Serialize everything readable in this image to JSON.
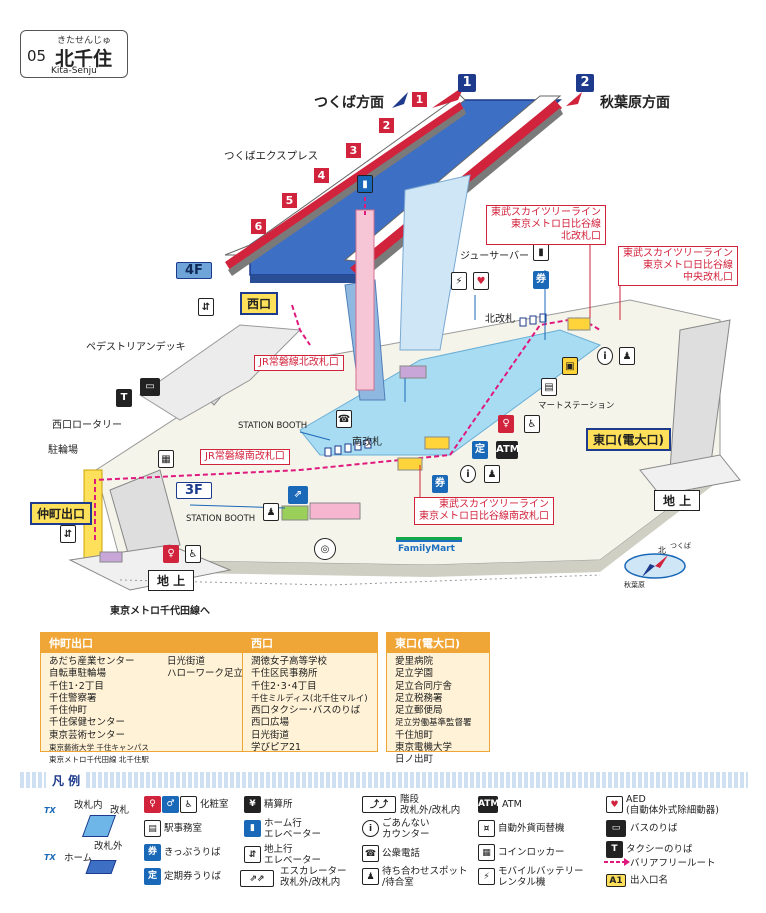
{
  "station": {
    "number": "05",
    "name": "北千住",
    "ruby": "きたせんじゅ",
    "romaji": "Kita-Senju"
  },
  "directions": {
    "tsukuba": "つくば方面",
    "akihabara": "秋葉原方面",
    "platform1": "1",
    "platform2": "2"
  },
  "cars": [
    "1",
    "2",
    "3",
    "4",
    "5",
    "6"
  ],
  "line_name": "つくばエクスプレス",
  "floors": {
    "f4": "4F",
    "f3": "3F"
  },
  "gates": {
    "north": "北改札",
    "south": "南改札",
    "station_booth_1": "STATION BOOTH",
    "station_booth_2": "STATION BOOTH"
  },
  "labels": {
    "juicer": "ジューサーバー",
    "mart_station": "マートステーション",
    "pedestrian_deck": "ペデストリアンデッキ",
    "west_rotary": "西口ロータリー",
    "bicycle_parking": "駐輪場",
    "to_metro_chiyoda": "東京メトロ千代田線へ",
    "familymart": "FamilyMart",
    "atm": "ATM"
  },
  "transfers": {
    "north_gate": [
      "東武スカイツリーライン",
      "東京メトロ日比谷線",
      "北改札口"
    ],
    "central_gate": [
      "東武スカイツリーライン",
      "東京メトロ日比谷線",
      "中央改札口"
    ],
    "south_gate": [
      "東武スカイツリーライン",
      "東京メトロ日比谷線南改札口"
    ],
    "jr_north": "JR常磐線北改札口",
    "jr_south": "JR常磐線南改札口"
  },
  "exits": {
    "west": "西口",
    "nakacho": "仲町出口",
    "east": "東口(電大口)",
    "ground1": "地 上",
    "ground2": "地 上"
  },
  "compass": {
    "north": "北",
    "tsukuba": "つくば",
    "akihabara": "秋葉原"
  },
  "exit_info": [
    {
      "title": "仲町出口",
      "left": [
        "あだち産業センター",
        "自転車駐輪場",
        "千住1･2丁目",
        "千住警察署",
        "千住仲町",
        "千住保健センター",
        "東京芸術センター",
        "東京藝術大学 千住キャンパス",
        "東京メトロ千代田線 北千住駅"
      ],
      "right": [
        "日光街道",
        "ハローワーク足立"
      ]
    },
    {
      "title": "西口",
      "left": [
        "潤徳女子高等学校",
        "千住区民事務所",
        "千住2･3･4丁目",
        "千住ミルディス(北千住マルイ)",
        "西口タクシー･バスのりば",
        "西口広場",
        "日光街道",
        "学びピア21"
      ]
    },
    {
      "title": "東口(電大口)",
      "left": [
        "愛里病院",
        "足立学園",
        "足立合同庁舎",
        "足立税務署",
        "足立郵便局",
        "足立労働基準監督署",
        "千住旭町",
        "東京電機大学",
        "日ノ出町"
      ]
    }
  ],
  "legend": {
    "title": "凡 例",
    "items": [
      {
        "icon": "gate-inside-icon",
        "text": "改札内"
      },
      {
        "icon": "gate-icon",
        "text": "改札"
      },
      {
        "icon": "gate-outside-icon",
        "text": "改札外"
      },
      {
        "icon": "platform-icon",
        "text": "ホーム"
      },
      {
        "icon": "restroom-icon",
        "text": "化粧室"
      },
      {
        "icon": "station-office-icon",
        "text": "駅事務室"
      },
      {
        "icon": "ticket-machine-icon",
        "text": "きっぷうりば"
      },
      {
        "icon": "commuter-pass-icon",
        "text": "定期券うりば"
      },
      {
        "icon": "fare-adjustment-icon",
        "text": "精算所"
      },
      {
        "icon": "platform-elevator-icon",
        "text": "ホーム行\nエレベーター"
      },
      {
        "icon": "ground-elevator-icon",
        "text": "地上行\nエレベーター"
      },
      {
        "icon": "escalator-icon",
        "text": "エスカレーター\n改札外/改札内"
      },
      {
        "icon": "stairs-icon",
        "text": "階段\n改札外/改札内"
      },
      {
        "icon": "information-icon",
        "text": "ごあんない\nカウンター"
      },
      {
        "icon": "phone-icon",
        "text": "公衆電話"
      },
      {
        "icon": "meeting-spot-icon",
        "text": "待ち合わせスポット\n/待合室"
      },
      {
        "icon": "atm-icon",
        "text": "ATM"
      },
      {
        "icon": "currency-exchange-icon",
        "text": "自動外貨両替機"
      },
      {
        "icon": "locker-icon",
        "text": "コインロッカー"
      },
      {
        "icon": "battery-icon",
        "text": "モバイルバッテリー\nレンタル機"
      },
      {
        "icon": "aed-icon",
        "text": "AED\n(自動体外式除細動器)"
      },
      {
        "icon": "bus-icon",
        "text": "バスのりば"
      },
      {
        "icon": "taxi-icon",
        "text": "タクシーのりば"
      },
      {
        "icon": "barrier-free-route-icon",
        "text": "バリアフリールート"
      },
      {
        "icon": "exit-name-icon",
        "text": "出入口名"
      }
    ],
    "exit_name_sample": "A1"
  },
  "colors": {
    "platform": "#3d6fc4",
    "concourse": "#a8dcf2",
    "train_red": "#d2233c",
    "navy": "#1d3a8c",
    "exit_yellow": "#ffe05a",
    "info_orange": "#f0a636",
    "barrier_free": "#e0197d"
  }
}
